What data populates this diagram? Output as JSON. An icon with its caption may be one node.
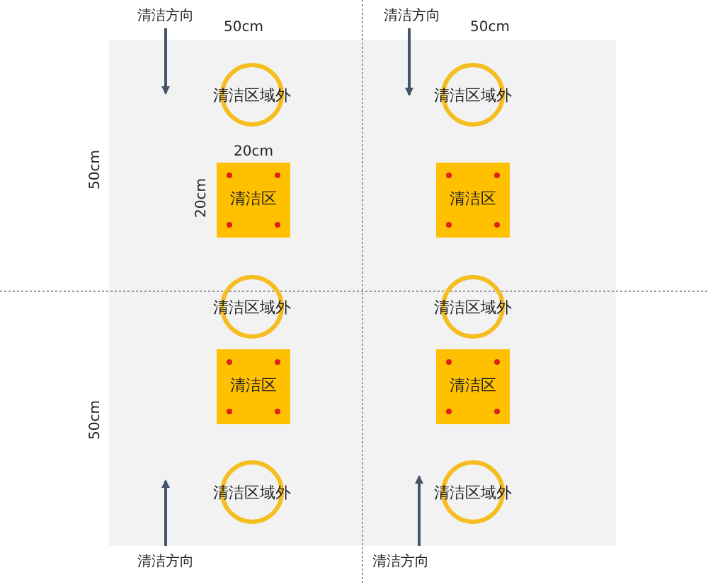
{
  "diagram": {
    "nodes": [
      {
        "text": [
          "清洁区域外"
        ]
      },
      {
        "text": [
          "清洁区域外"
        ]
      },
      {
        "text": [
          "清洁区"
        ]
      },
      {
        "text": [
          "清洁区"
        ]
      },
      {
        "text": [
          "清洁区域外"
        ]
      },
      {
        "text": [
          "清洁区域外"
        ]
      },
      {
        "text": [
          "清洁区"
        ]
      },
      {
        "text": [
          "清洁区"
        ]
      },
      {
        "text": [
          "清洁区域外"
        ]
      },
      {
        "text": [
          "清洁区域外"
        ]
      }
    ],
    "labels": [
      "清洁方向",
      "清洁方向",
      "50cm",
      "50cm",
      "20cm",
      "50cm",
      "20cm",
      "50cm",
      "清洁方向",
      "清洁方向"
    ]
  }
}
